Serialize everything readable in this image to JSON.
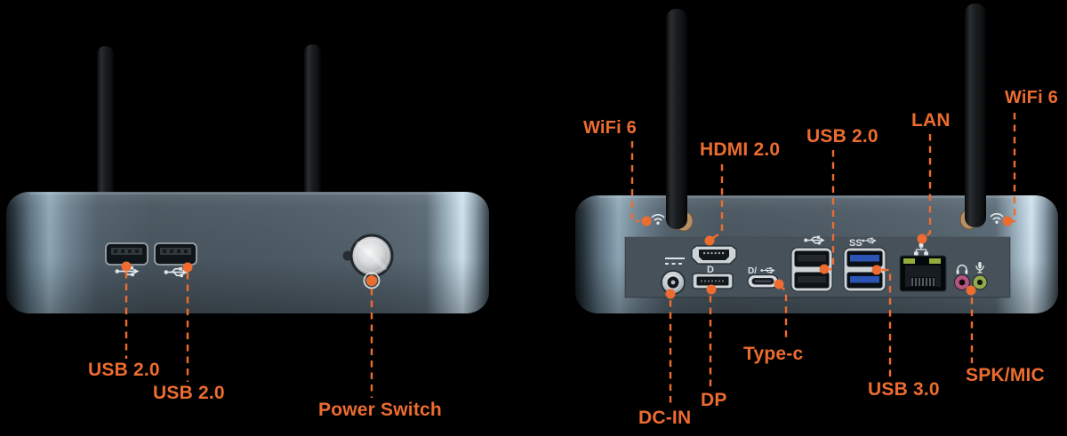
{
  "colors": {
    "background": "#000000",
    "accent": "#ED6C2F",
    "chassis": "#4d5a64",
    "chassis_highlight": "#cfe2ed",
    "usb3_blue": "#2b54b4",
    "audio_pink": "#b25680",
    "audio_green": "#93a94e"
  },
  "front_view": {
    "labels": {
      "usb_port_1": "USB 2.0",
      "usb_port_2": "USB 2.0",
      "power_switch": "Power Switch"
    },
    "icons": [
      "usb-icon",
      "usb-icon",
      "power-button"
    ]
  },
  "rear_view": {
    "labels": {
      "wifi_left": "WiFi 6",
      "hdmi": "HDMI 2.0",
      "usb_2_0": "USB 2.0",
      "lan": "LAN",
      "wifi_right": "WiFi 6",
      "dc_in": "DC-IN",
      "dp": "DP",
      "type_c": "Type-c",
      "usb_3_0": "USB 3.0",
      "spk_mic": "SPK/MIC"
    },
    "glyphs": {
      "dp_logo": "D",
      "type_c_dp_alt": "D/",
      "usb3_superspeed": "SS"
    },
    "icons": [
      "wifi-icon",
      "dc-power-icon",
      "displayport-logo",
      "usb-icon",
      "superspeed-usb-icon",
      "lan-icon",
      "headphone-icon",
      "microphone-icon",
      "wifi-icon"
    ]
  }
}
